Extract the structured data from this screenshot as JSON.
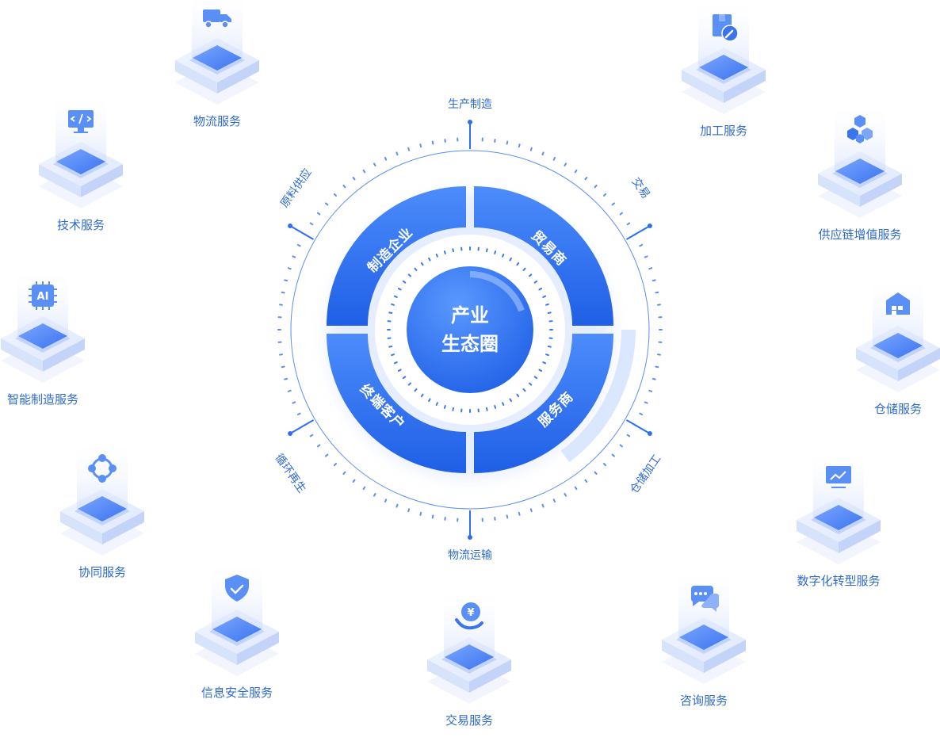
{
  "center": {
    "line1": "产业",
    "line2": "生态圈"
  },
  "segments": [
    "制造企业",
    "贸易商",
    "服务商",
    "终端客户"
  ],
  "categories": [
    "生产制造",
    "交易",
    "仓储加工",
    "物流运输",
    "循环再生",
    "原料供应"
  ],
  "services": [
    {
      "label": "物流服务",
      "icon": "truck-icon"
    },
    {
      "label": "加工服务",
      "icon": "box-wrench-icon"
    },
    {
      "label": "技术服务",
      "icon": "code-monitor-icon"
    },
    {
      "label": "供应链增值服务",
      "icon": "cubes-icon"
    },
    {
      "label": "智能制造服务",
      "icon": "ai-chip-icon"
    },
    {
      "label": "仓储服务",
      "icon": "warehouse-icon"
    },
    {
      "label": "协同服务",
      "icon": "network-nodes-icon"
    },
    {
      "label": "数字化转型服务",
      "icon": "chart-monitor-icon"
    },
    {
      "label": "信息安全服务",
      "icon": "shield-check-icon"
    },
    {
      "label": "交易服务",
      "icon": "yuan-coin-icon"
    },
    {
      "label": "咨询服务",
      "icon": "chat-bubbles-icon"
    }
  ],
  "colors": {
    "primary": "#2e6ff0",
    "text": "#2f6ad0",
    "light": "#c9d8fb"
  }
}
